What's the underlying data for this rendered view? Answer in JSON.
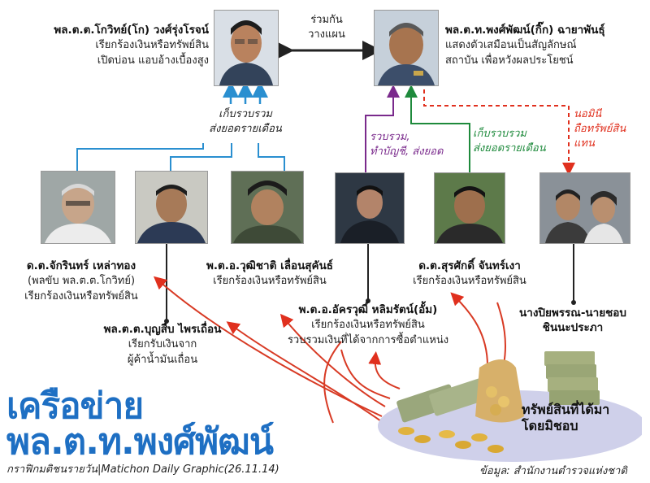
{
  "top_left": {
    "name": "พล.ต.ต.โกวิทย์(โก) วงศ์รุ่งโรจน์",
    "desc": [
      "เรียกร้องเงินหรือทรัพย์สิน",
      "เปิดบ่อน แอบอ้างเบื้องสูง"
    ]
  },
  "top_right": {
    "name": "พล.ต.ท.พงศ์พัฒน์(กิ๊ก) ฉายาพันธุ์",
    "desc": [
      "แสดงตัวเสมือนเป็นสัญลักษณ์",
      "สถาบัน เพื่อหวังผลประโยชน์"
    ]
  },
  "link_top": [
    "ร่วมกัน",
    "วางแผน"
  ],
  "link_collect_blue": [
    "เก็บรวบรวม",
    "ส่งยอดรายเดือน"
  ],
  "link_purple": [
    "รวบรวม,",
    "ทำบัญชี, ส่งยอด"
  ],
  "link_green": [
    "เก็บรวบรวม",
    "ส่งยอดรายเดือน"
  ],
  "link_red": [
    "นอมินี",
    "ถือทรัพย์สิน",
    "แทน"
  ],
  "p1": {
    "name": "ด.ต.จักรินทร์ เหล่าทอง",
    "desc": [
      "(พลขับ พล.ต.ต.โกวิทย์)",
      "เรียกร้องเงินหรือทรัพย์สิน"
    ]
  },
  "p2": {
    "name": "พ.ต.อ.วุฒิชาติ เลื่อนสุคันธ์",
    "desc": [
      "เรียกร้องเงินหรือทรัพย์สิน"
    ]
  },
  "p3": {
    "name": "ด.ต.สุรศักดิ์ จันทร์เงา",
    "desc": [
      "เรียกร้องเงินหรือทรัพย์สิน"
    ]
  },
  "p4": {
    "name": "พล.ต.ต.บุญสืบ ไพรเถื่อน",
    "desc": [
      "เรียกรับเงินจาก",
      "ผู้ค้าน้ำมันเถื่อน"
    ]
  },
  "p5": {
    "name": "พ.ต.อ.อัครวุฒิ์ หลิมรัตน์(อั้ม)",
    "desc": [
      "เรียกร้องเงินหรือทรัพย์สิน",
      "รวบรวมเงินที่ได้จากการซื้อตำแหน่ง"
    ]
  },
  "p6": {
    "name": [
      "นางปิยพรรณ-นายชอบ",
      "ชินนะประภา"
    ]
  },
  "assets_label": [
    "ทรัพย์สินที่ได้มา",
    "โดยมิชอบ"
  ],
  "title": [
    "เครือข่าย",
    "พล.ต.ท.พงศ์พัฒน์"
  ],
  "credit": "กราฟิกมติชนรายวัน|Matichon Daily Graphic(26.11.14)",
  "source": "ข้อมูล: สำนักงานตำรวจแห่งชาติ",
  "colors": {
    "blue": "#2a8fd0",
    "purple": "#7a2a8c",
    "green": "#1e8a3c",
    "red": "#e0301e",
    "title": "#1e6fc3"
  }
}
